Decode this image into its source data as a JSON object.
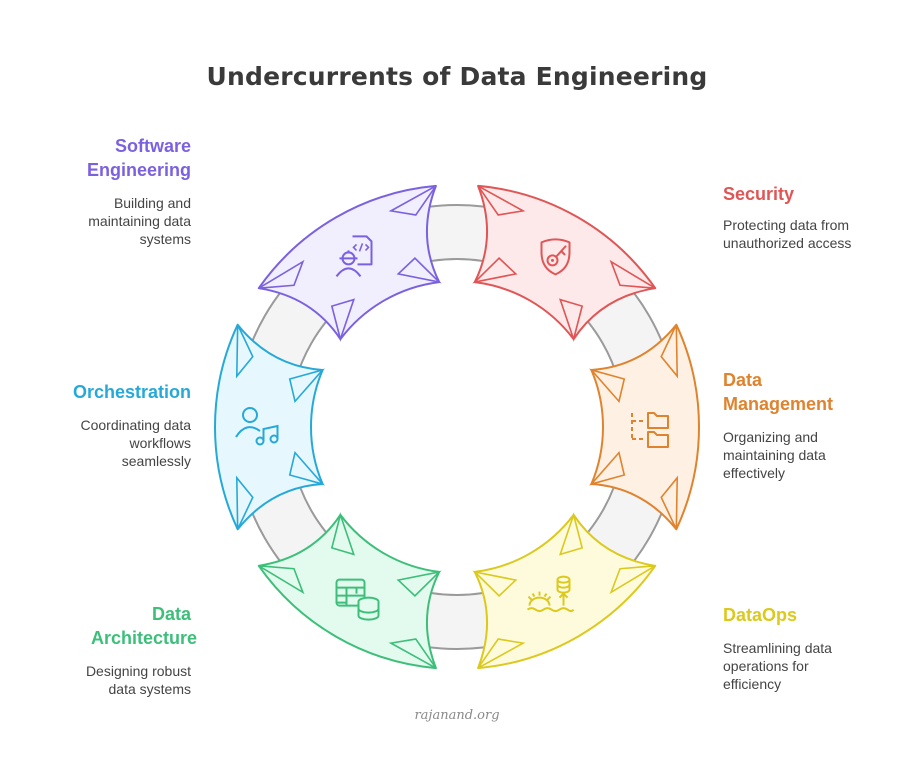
{
  "title": "Undercurrents of Data Engineering",
  "footer": "rajanand.org",
  "ring": {
    "fill": "#f4f4f4",
    "stroke": "#9a9a9a"
  },
  "items": [
    {
      "id": "software-engineering",
      "title": "Software Engineering",
      "description": "Building and maintaining data systems",
      "color": "#7b61e0",
      "fill": "#f1eefd",
      "icon": "engineer-code-icon",
      "side": "left"
    },
    {
      "id": "security",
      "title": "Security",
      "description": "Protecting data from unauthorized access",
      "color": "#e05555",
      "fill": "#fde9e9",
      "icon": "shield-key-icon",
      "side": "right"
    },
    {
      "id": "data-management",
      "title": "Data Management",
      "description": "Organizing and maintaining data effectively",
      "color": "#e0832e",
      "fill": "#fef1e4",
      "icon": "folder-tree-icon",
      "side": "right"
    },
    {
      "id": "dataops",
      "title": "DataOps",
      "description": "Streamlining data operations for efficiency",
      "color": "#dcc91e",
      "fill": "#fefadc",
      "icon": "gear-database-flow-icon",
      "side": "right"
    },
    {
      "id": "data-architecture",
      "title": "Data Architecture",
      "description": "Designing robust data systems",
      "color": "#3dbf7a",
      "fill": "#e3fbee",
      "icon": "table-database-icon",
      "side": "left"
    },
    {
      "id": "orchestration",
      "title": "Orchestration",
      "description": "Coordinating data workflows seamlessly",
      "color": "#26a9d8",
      "fill": "#e6f7fd",
      "icon": "person-music-icon",
      "side": "left"
    }
  ]
}
